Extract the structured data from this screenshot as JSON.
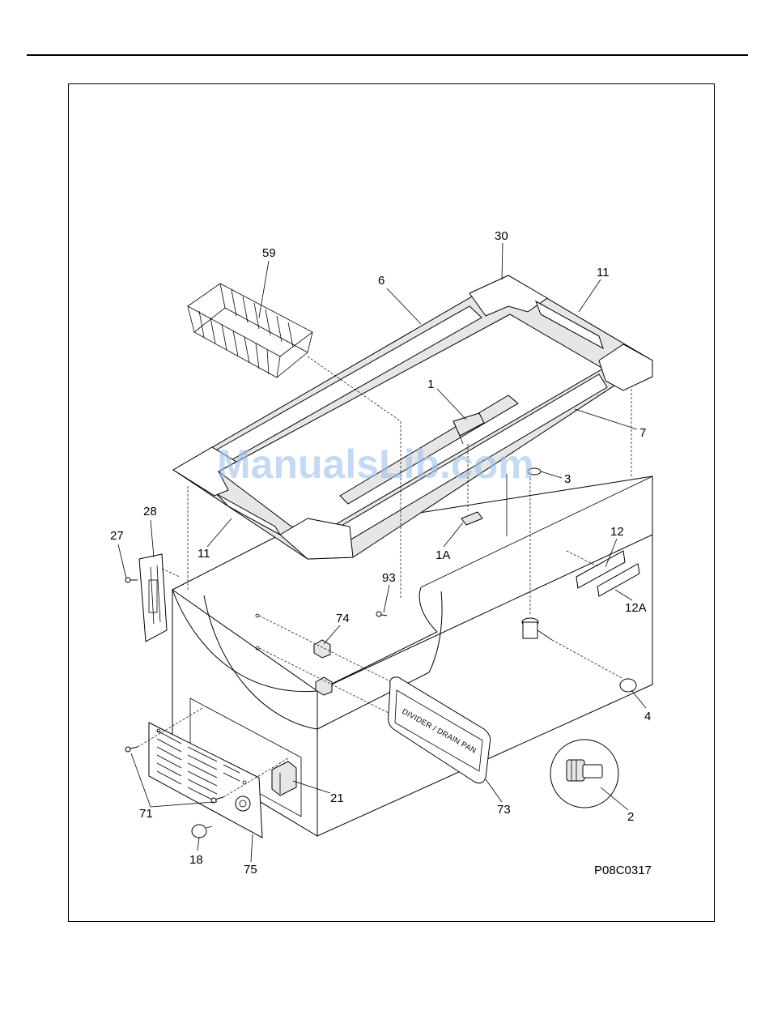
{
  "diagram": {
    "reference_code": "P08C0317",
    "watermark": "ManualsLib.com",
    "panel_text": "DIVIDER / DRAIN PAN",
    "callouts": {
      "c30": "30",
      "c59": "59",
      "c6": "6",
      "c11_top": "11",
      "c1": "1",
      "c7": "7",
      "c3": "3",
      "c28": "28",
      "c27": "27",
      "c11_left": "11",
      "c1A": "1A",
      "c12": "12",
      "c93": "93",
      "c74": "74",
      "c12A": "12A",
      "c4": "4",
      "c21": "21",
      "c73": "73",
      "c2": "2",
      "c71": "71",
      "c18": "18",
      "c75": "75"
    }
  }
}
